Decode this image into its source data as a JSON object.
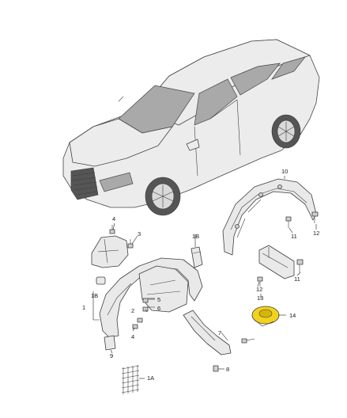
{
  "labels": {
    "c1": "1",
    "c1a": "1A",
    "c1b_left": "1B",
    "c1b_top": "1B",
    "c2": "2",
    "c3": "3",
    "c4_top": "4",
    "c4_bottom": "4",
    "c5": "5",
    "c6": "6",
    "c7": "7",
    "c8": "8",
    "c9": "9",
    "c10": "10",
    "c11_a": "11",
    "c11_b": "11",
    "c12_a": "12",
    "c12_b": "12",
    "c13": "13",
    "c14": "14"
  },
  "colors": {
    "highlight": "#f2d21c",
    "line": "#3d3d3d",
    "fill": "#e9e9e9"
  },
  "icons": [
    "car-illustration",
    "wheel-housing-liner",
    "clip",
    "screw",
    "nut",
    "bracket",
    "sealing-plug"
  ]
}
